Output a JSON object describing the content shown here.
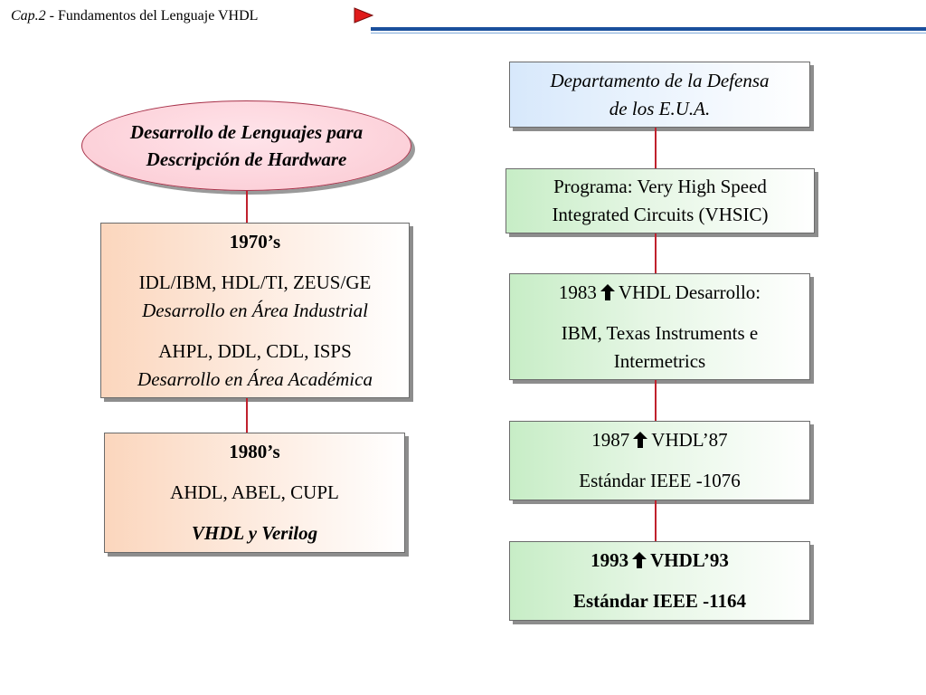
{
  "header": {
    "chapter": "Cap.2",
    "separator": " - ",
    "title": "Fundamentos del Lenguaje VHDL",
    "play_icon": "play-triangle-icon",
    "colors": {
      "rule": "#1a4f9c",
      "play": "#e01b1b"
    }
  },
  "left": {
    "ellipse": {
      "line1": "Desarrollo de Lenguajes para",
      "line2": "Descripción de Hardware"
    },
    "box_1970s": {
      "heading": "1970’s",
      "industrial_langs": "IDL/IBM, HDL/TI, ZEUS/GE",
      "industrial_area": "Desarrollo en Área Industrial",
      "academic_langs": "AHPL, DDL, CDL, ISPS",
      "academic_area": "Desarrollo en Área Académica"
    },
    "box_1980s": {
      "heading": "1980’s",
      "langs": "AHDL, ABEL, CUPL",
      "highlight": "VHDL y Verilog"
    }
  },
  "right": {
    "dod": {
      "line1": "Departamento de la Defensa",
      "line2": "de los E.U.A."
    },
    "vhsic": {
      "line1": "Programa: Very High Speed",
      "line2": "Integrated Circuits (VHSIC)"
    },
    "y1983": {
      "year": "1983",
      "text": "VHDL Desarrollo:",
      "line2": "IBM, Texas Instruments e",
      "line3": "Intermetrics",
      "icon": "arrow-up-icon"
    },
    "y1987": {
      "year": "1987",
      "text": "VHDL’87",
      "line2": "Estándar IEEE -1076",
      "icon": "arrow-up-icon"
    },
    "y1993": {
      "year": "1993",
      "text": "VHDL’93",
      "line2": "Estándar IEEE -1164",
      "icon": "arrow-up-icon"
    }
  },
  "colors": {
    "connector": "#c0212d",
    "ellipse_fill": "#fbc9d2",
    "peach": "#fbd6bd",
    "green": "#c7edc6",
    "blue": "#d7e8fb"
  }
}
